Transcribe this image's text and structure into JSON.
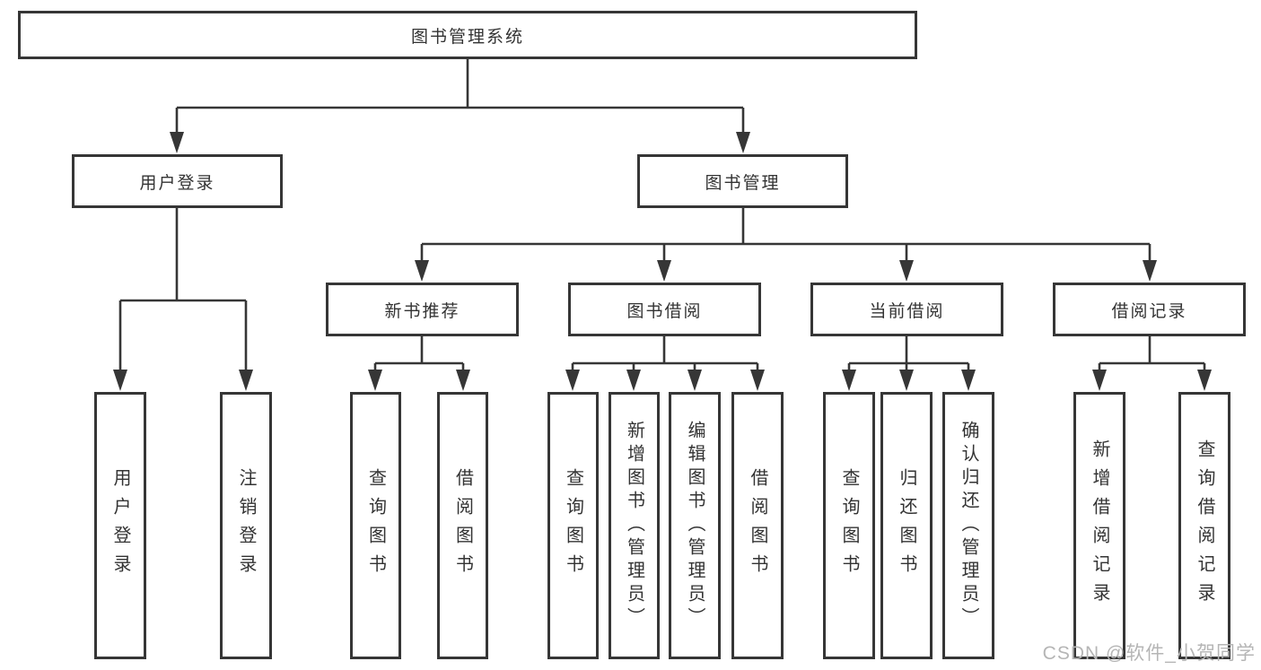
{
  "diagram": {
    "root": {
      "label": "图书管理系统"
    },
    "branches": [
      {
        "label": "用户登录",
        "children": [
          {
            "label": "用户登录"
          },
          {
            "label": "注销登录"
          }
        ]
      },
      {
        "label": "图书管理",
        "children": [
          {
            "label": "新书推荐",
            "children": [
              {
                "label": "查询图书"
              },
              {
                "label": "借阅图书"
              }
            ]
          },
          {
            "label": "图书借阅",
            "children": [
              {
                "label": "查询图书"
              },
              {
                "label": "新增图书（管理员）"
              },
              {
                "label": "编辑图书（管理员）"
              },
              {
                "label": "借阅图书"
              }
            ]
          },
          {
            "label": "当前借阅",
            "children": [
              {
                "label": "查询图书"
              },
              {
                "label": "归还图书"
              },
              {
                "label": "确认归还（管理员）"
              }
            ]
          },
          {
            "label": "借阅记录",
            "children": [
              {
                "label": "新增借阅记录"
              },
              {
                "label": "查询借阅记录"
              }
            ]
          }
        ]
      }
    ]
  },
  "watermark": {
    "text": "CSDN @软件_小贺同学"
  },
  "colors": {
    "line": "#363636",
    "text": "#333333",
    "watermark": "#b5b5b5",
    "background": "#ffffff"
  }
}
